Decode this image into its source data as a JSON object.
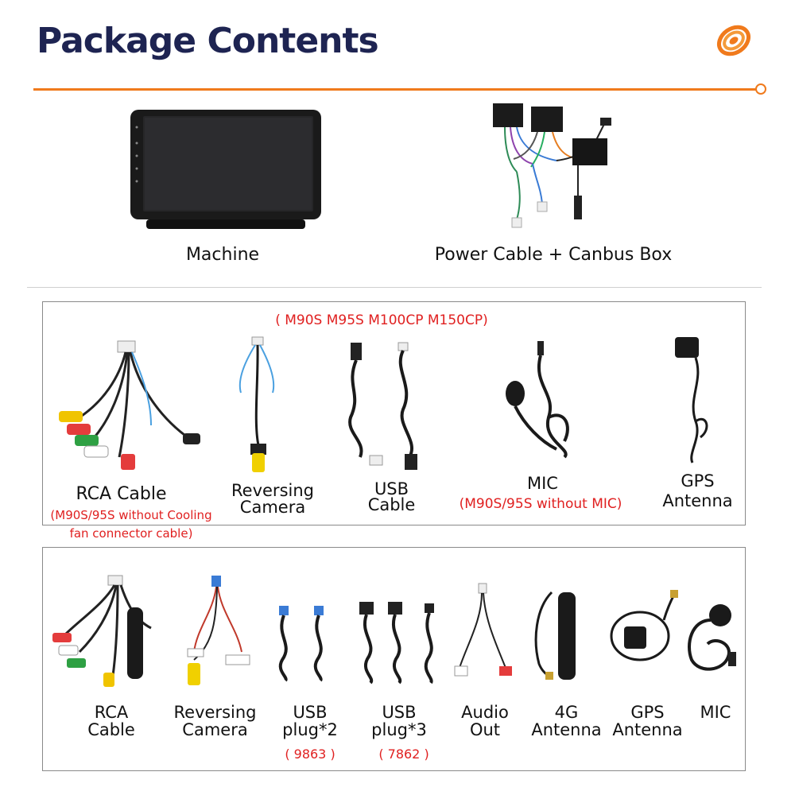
{
  "header": {
    "title": "Package Contents",
    "accent_color": "#f07a1c",
    "title_color": "#1e2452",
    "logo_icon": "orange-swirl-logo"
  },
  "top_items": [
    {
      "label": "Machine",
      "icon": "head-unit-screen"
    },
    {
      "label": "Power Cable + Canbus Box",
      "icon": "wiring-harness-canbus"
    }
  ],
  "box1": {
    "models_note": "( M90S M95S M100CP M150CP)",
    "items": [
      {
        "line1": "RCA Cable",
        "line2": "",
        "note1": "(M90S/95S without Cooling",
        "note2": "fan connector cable)"
      },
      {
        "line1": "Reversing",
        "line2": "Camera"
      },
      {
        "line1": "USB",
        "line2": "Cable"
      },
      {
        "line1": "MIC",
        "line2": "",
        "note1": "(M90S/95S without MIC)"
      },
      {
        "line1": "GPS",
        "line2": "Antenna"
      }
    ]
  },
  "box2": {
    "items": [
      {
        "line1": "RCA",
        "line2": "Cable"
      },
      {
        "line1": "Reversing",
        "line2": "Camera"
      },
      {
        "line1": "USB",
        "line2": "plug*2",
        "note": "( 9863 )"
      },
      {
        "line1": "USB",
        "line2": "plug*3",
        "note": "( 7862 )"
      },
      {
        "line1": "Audio",
        "line2": "Out"
      },
      {
        "line1": "4G",
        "line2": "Antenna"
      },
      {
        "line1": "GPS",
        "line2": "Antenna"
      },
      {
        "line1": "MIC",
        "line2": ""
      }
    ]
  }
}
